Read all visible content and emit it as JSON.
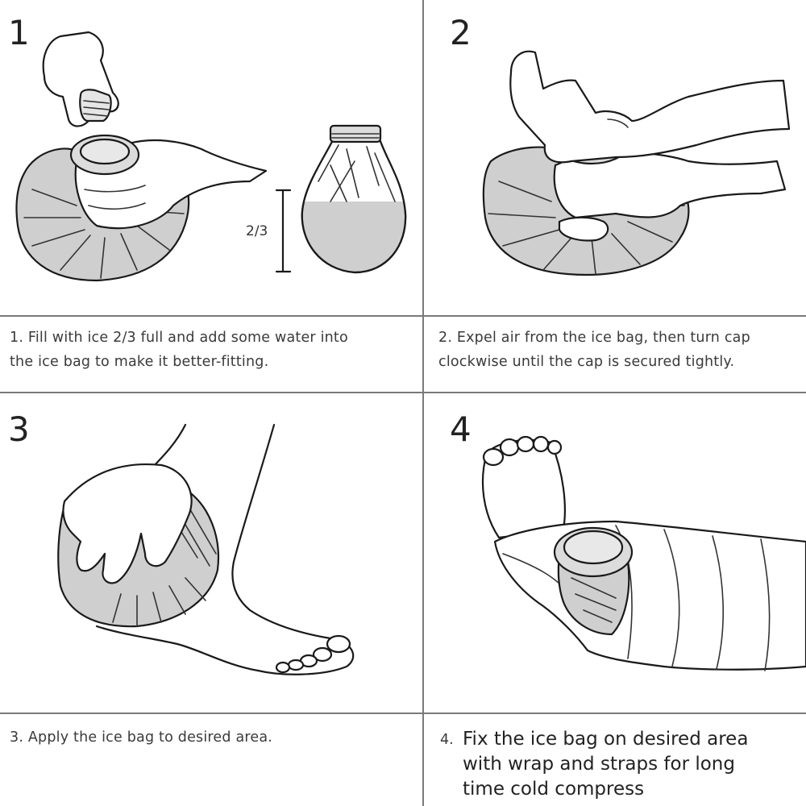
{
  "steps": [
    {
      "number": "1",
      "caption_line1": "1. Fill with ice 2/3 full and add some water into",
      "caption_line2": "the ice bag to make it better-fitting."
    },
    {
      "number": "2",
      "caption_line1": "2. Expel air from the ice bag, then turn cap",
      "caption_line2": "clockwise until the cap is secured tightly."
    },
    {
      "number": "3",
      "caption_line1": "3. Apply the ice bag to desired area.",
      "caption_line2": ""
    },
    {
      "number": "4",
      "caption_prefix": "4.",
      "caption_line1": "Fix the ice bag on desired area",
      "caption_line2": "with wrap and straps for long",
      "caption_line3": "time cold compress"
    }
  ],
  "fill_level_label": "2/3",
  "colors": {
    "bag_fill": "#cfcfcf",
    "line": "#1a1a1a",
    "divider": "#7a7a7a"
  }
}
